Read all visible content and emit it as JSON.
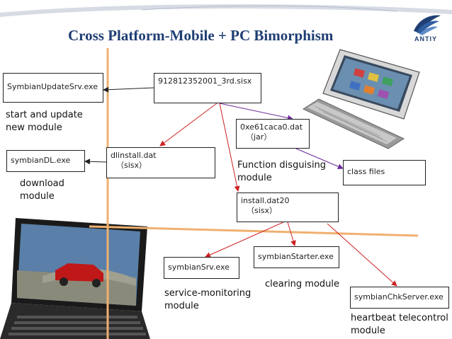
{
  "slide": {
    "title": "Cross Platform-Mobile + PC Bimorphism",
    "logo_text": "ANTIY",
    "accent_color": "#1f3e73",
    "axis_color": "#f0b070"
  },
  "nodes": {
    "symbian_update_srv": {
      "label": "SymbianUpdateSrv.exe"
    },
    "sisx_main": {
      "label": "912812352001_3rd.sisx"
    },
    "caca_dat": {
      "label": "0xe61caca0.dat",
      "sub": "（jar）"
    },
    "symbian_dl": {
      "label": "symbianDL.exe"
    },
    "dlinstall": {
      "label": "dlinstall.dat",
      "sub": "（sisx）"
    },
    "class_files": {
      "label": "class files"
    },
    "install_dat20": {
      "label": "install.dat20",
      "sub": "（sisx）"
    },
    "symbian_starter": {
      "label": "symbianStarter.exe"
    },
    "symbian_srv": {
      "label": "symbianSrv.exe"
    },
    "symbian_chk_server": {
      "label": "symbianChkServer.exe"
    }
  },
  "captions": {
    "start_update": [
      "start and update",
      "new module"
    ],
    "download": [
      "download",
      "module"
    ],
    "function_disguising": [
      "Function disguising",
      "module"
    ],
    "clearing": [
      "clearing module"
    ],
    "service_monitoring": [
      "service-monitoring",
      "module"
    ],
    "heartbeat": [
      "heartbeat telecontrol",
      "module"
    ]
  },
  "arrow_colors": {
    "black": "#222222",
    "red": "#cc2222",
    "purple": "#6a2a9a"
  }
}
